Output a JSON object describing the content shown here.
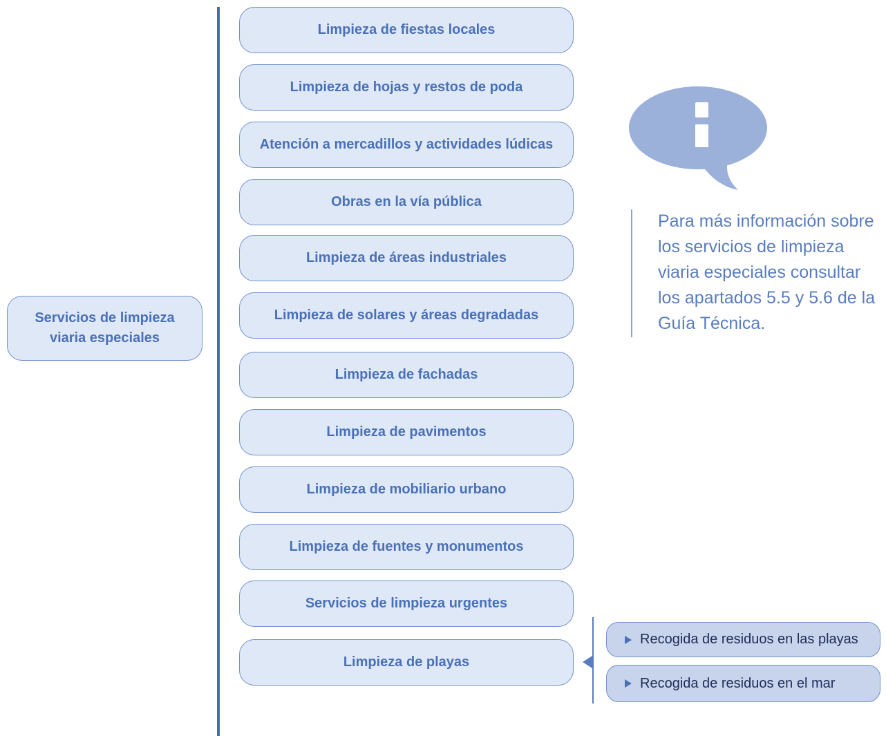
{
  "diagram": {
    "root": {
      "label": "Servicios de limpieza viaria especiales"
    },
    "services": [
      "Limpieza de fiestas locales",
      "Limpieza de hojas y restos de poda",
      "Atención a mercadillos y actividades lúdicas",
      "Obras en la vía pública",
      "Limpieza de áreas industriales",
      "Limpieza de solares y áreas degradadas",
      "Limpieza de fachadas",
      "Limpieza de pavimentos",
      "Limpieza de mobiliario urbano",
      "Limpieza de fuentes y monumentos",
      "Servicios de limpieza urgentes",
      "Limpieza de playas"
    ],
    "playas_subitems": [
      "Recogida de residuos en las playas",
      "Recogida de residuos en el mar"
    ],
    "info": {
      "icon": "info-speech-bubble-icon",
      "lines": [
        "Para más información sobre",
        "los servicios de limpieza",
        "viaria especiales consultar",
        "los apartados 5.5 y 5.6 de la",
        "Guía Técnica."
      ]
    }
  },
  "icons": {
    "subitem_bullet": "right-triangle-bullet-icon",
    "connector": "left-arrow-connector-icon"
  },
  "colors": {
    "box_fill": "#dfe8f6",
    "box_border": "#7090cc",
    "box_text": "#4a71b7",
    "subitem_fill": "#c7d4ec",
    "subitem_text": "#1f2c57",
    "main_line": "#4a6aa9",
    "bracket": "#5a7cbf",
    "bubble": "#9cb1da",
    "info_text": "#5a7dc0",
    "info_rule": "#8aa2d3"
  }
}
